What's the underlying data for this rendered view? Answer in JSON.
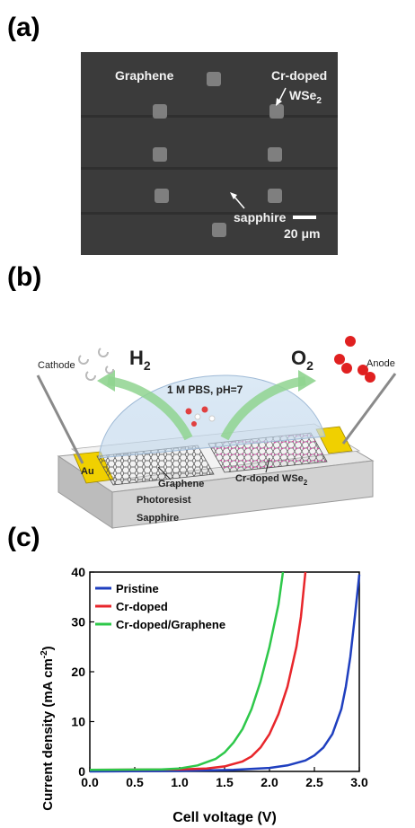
{
  "panels": {
    "a": "(a)",
    "b": "(b)",
    "c": "(c)"
  },
  "sem": {
    "graphene": "Graphene",
    "cr_doped_line1": "Cr-doped",
    "cr_doped_line2": "WSe",
    "cr_doped_sub": "2",
    "sapphire": "sapphire",
    "scale": "20 μm"
  },
  "schematic": {
    "cathode": "Cathode",
    "anode": "Anode",
    "h2": "H",
    "h2_sub": "2",
    "o2": "O",
    "o2_sub": "2",
    "electrolyte": "1 M PBS, pH=7",
    "au": "Au",
    "graphene": "Graphene",
    "cr_wse2": "Cr-doped WSe",
    "cr_wse2_sub": "2",
    "photoresist": "Photoresist",
    "sapphire": "Sapphire"
  },
  "colors": {
    "pristine": "#1f3fbf",
    "cr_doped": "#e8262b",
    "cr_doped_graphene": "#2ec84a"
  },
  "chart_data": {
    "type": "line",
    "xlabel": "Cell voltage (V)",
    "ylabel": "Current density (mA cm",
    "ylabel_sup": "-2",
    "ylabel_end": ")",
    "xlim": [
      0.0,
      3.0
    ],
    "ylim": [
      0,
      40
    ],
    "xticks": [
      "0.0",
      "0.5",
      "1.0",
      "1.5",
      "2.0",
      "2.5",
      "3.0"
    ],
    "yticks": [
      "0",
      "10",
      "20",
      "30",
      "40"
    ],
    "legend_position": "top-left",
    "series": [
      {
        "name": "Pristine",
        "color": "#1f3fbf",
        "x": [
          0.0,
          1.0,
          1.6,
          2.0,
          2.2,
          2.4,
          2.5,
          2.6,
          2.7,
          2.8,
          2.85,
          2.9,
          2.95,
          3.0
        ],
        "y": [
          0.0,
          0.1,
          0.3,
          0.7,
          1.2,
          2.2,
          3.2,
          4.8,
          7.5,
          12.5,
          17.0,
          23.0,
          31.0,
          39.5
        ]
      },
      {
        "name": "Cr-doped",
        "color": "#e8262b",
        "x": [
          0.0,
          1.0,
          1.3,
          1.5,
          1.7,
          1.8,
          1.9,
          2.0,
          2.1,
          2.2,
          2.3,
          2.35,
          2.4
        ],
        "y": [
          0.3,
          0.4,
          0.6,
          1.0,
          2.0,
          3.0,
          4.8,
          7.5,
          11.5,
          17.0,
          25.0,
          31.0,
          40.0
        ]
      },
      {
        "name": "Cr-doped/Graphene",
        "color": "#2ec84a",
        "x": [
          0.0,
          0.8,
          1.0,
          1.2,
          1.4,
          1.5,
          1.6,
          1.7,
          1.8,
          1.9,
          2.0,
          2.1,
          2.15
        ],
        "y": [
          0.3,
          0.4,
          0.6,
          1.2,
          2.5,
          3.8,
          5.8,
          8.5,
          12.5,
          18.0,
          25.0,
          33.5,
          40.0
        ]
      }
    ]
  }
}
